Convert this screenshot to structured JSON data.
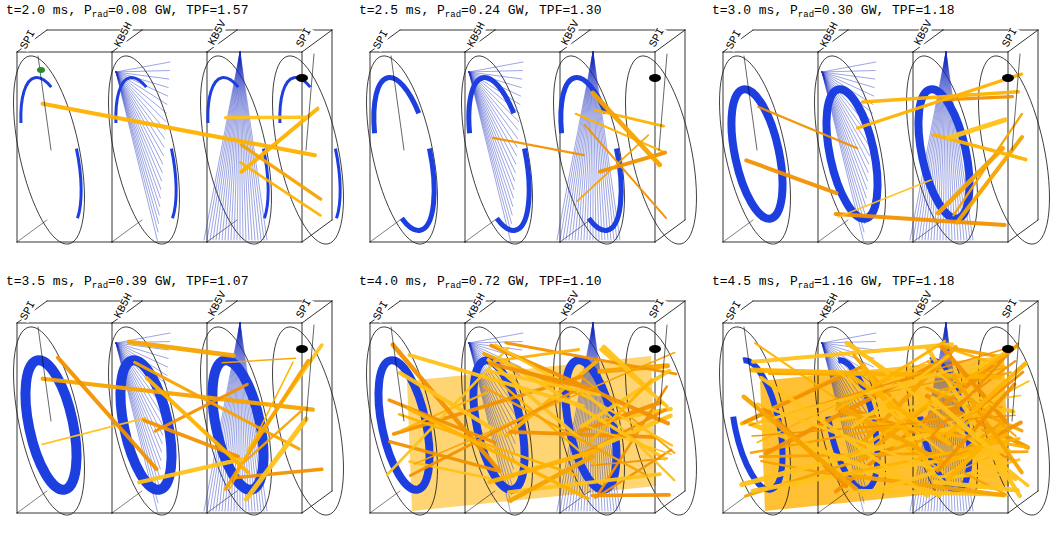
{
  "diagram": {
    "labels": [
      "t=2.0 ms, P",
      "rad",
      "=0.08 GW, TPF=1.57",
      "SPI",
      "KB5H",
      "KB5V",
      "SPI",
      "t=2.5 ms, P",
      "rad",
      "=0.24 GW, TPF=1.30",
      "SPI",
      "KB5H",
      "KB5V",
      "SPI",
      "t=3.0 ms, P",
      "rad",
      "=0.30 GW, TPF=1.18",
      "SPI",
      "KB5H",
      "KB5V",
      "SPI",
      "t=3.5 ms, P",
      "rad",
      "=0.39 GW, TPF=1.07",
      "SPI",
      "KB5H",
      "KB5V",
      "SPI",
      "t=4.0 ms, P",
      "rad",
      "=0.72 GW, TPF=1.10",
      "SPI",
      "KB5H",
      "KB5V",
      "SPI",
      "t=4.5 ms, P",
      "rad",
      "=1.16 GW, TPF=1.18",
      "SPI",
      "KB5H",
      "KB5V",
      "SPI"
    ]
  }
}
